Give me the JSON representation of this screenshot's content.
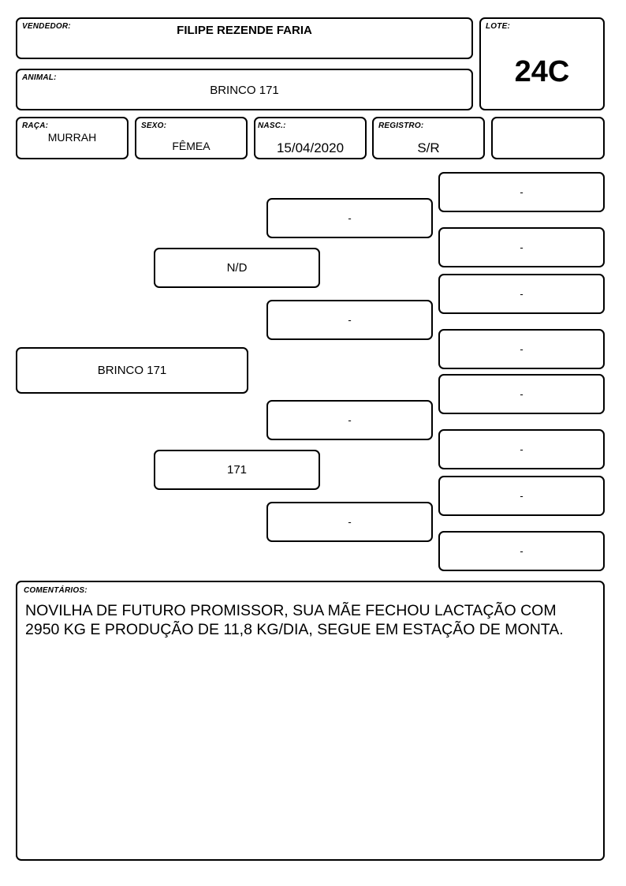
{
  "header": {
    "vendedor_label": "VENDEDOR:",
    "vendedor_value": "FILIPE REZENDE FARIA",
    "lote_label": "LOTE:",
    "lote_value": "24C",
    "animal_label": "ANIMAL:",
    "animal_value": "BRINCO 171"
  },
  "details": {
    "raca_label": "RAÇA:",
    "raca_value": "MURRAH",
    "sexo_label": "SEXO:",
    "sexo_value": "FÊMEA",
    "nasc_label": "NASC.:",
    "nasc_value": "15/04/2020",
    "registro_label": "REGISTRO:",
    "registro_value": "S/R",
    "extra_value": ""
  },
  "pedigree": {
    "animal": "BRINCO 171",
    "sire": "N/D",
    "dam": "171",
    "sire_sire": "-",
    "sire_dam": "-",
    "dam_sire": "-",
    "dam_dam": "-",
    "gen3": [
      "-",
      "-",
      "-",
      "-",
      "-",
      "-",
      "-",
      "-"
    ]
  },
  "comments": {
    "label": "COMENTÁRIOS:",
    "text": "NOVILHA DE FUTURO PROMISSOR, SUA MÃE FECHOU LACTAÇÃO COM 2950 KG E PRODUÇÃO DE 11,8 KG/DIA, SEGUE EM ESTAÇÃO DE MONTA."
  }
}
